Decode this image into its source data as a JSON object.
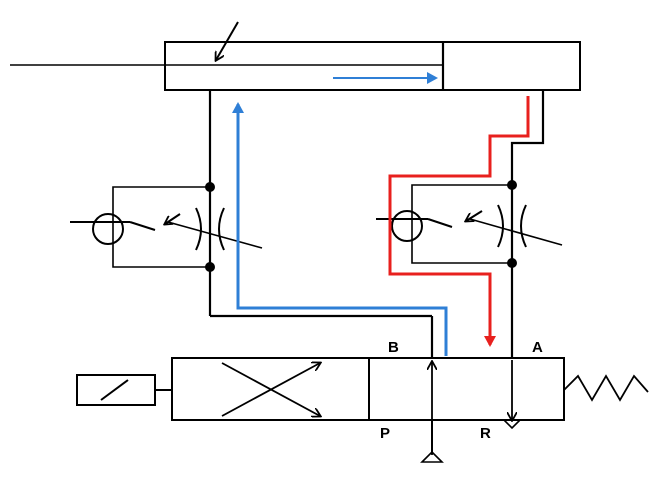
{
  "ports": {
    "a": "A",
    "b": "B",
    "p": "P",
    "r": "R"
  },
  "colors": {
    "line": "#000000",
    "flow_out": "#2f7fd6",
    "flow_return": "#e8201e"
  },
  "icons": {
    "cylinder": "double-acting-cylinder-icon",
    "valve": "four-way-directional-valve-icon",
    "solenoid": "solenoid-actuator-icon",
    "spring": "spring-return-icon",
    "check_valve": "check-valve-icon",
    "flow_control": "adjustable-throttle-icon"
  }
}
